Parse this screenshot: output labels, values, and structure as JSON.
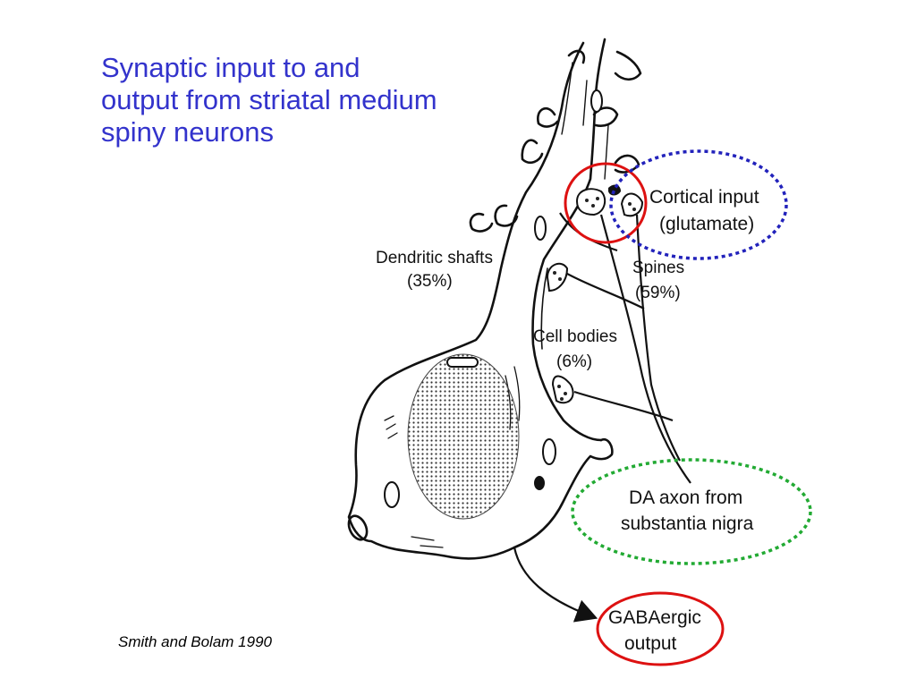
{
  "slide": {
    "title": "Synaptic input to and output from striatal medium spiny neurons",
    "citation": "Smith and Bolam 1990"
  },
  "labels": {
    "dendritic_shafts": "Dendritic shafts",
    "dendritic_shafts_pct": "(35%)",
    "cortical_input": "Cortical input",
    "cortical_input_sub": "(glutamate)",
    "spines": "Spines",
    "spines_pct": "(59%)",
    "cell_bodies": "Cell bodies",
    "cell_bodies_pct": "(6%)",
    "da_axon_line1": "DA axon from",
    "da_axon_line2": "substantia nigra",
    "gaba_line1": "GABAergic",
    "gaba_line2": "output"
  },
  "colors": {
    "title": "#3333cc",
    "highlight_red": "#dd1111",
    "highlight_blue": "#2222bb",
    "highlight_green": "#22aa33",
    "ink": "#111111"
  }
}
